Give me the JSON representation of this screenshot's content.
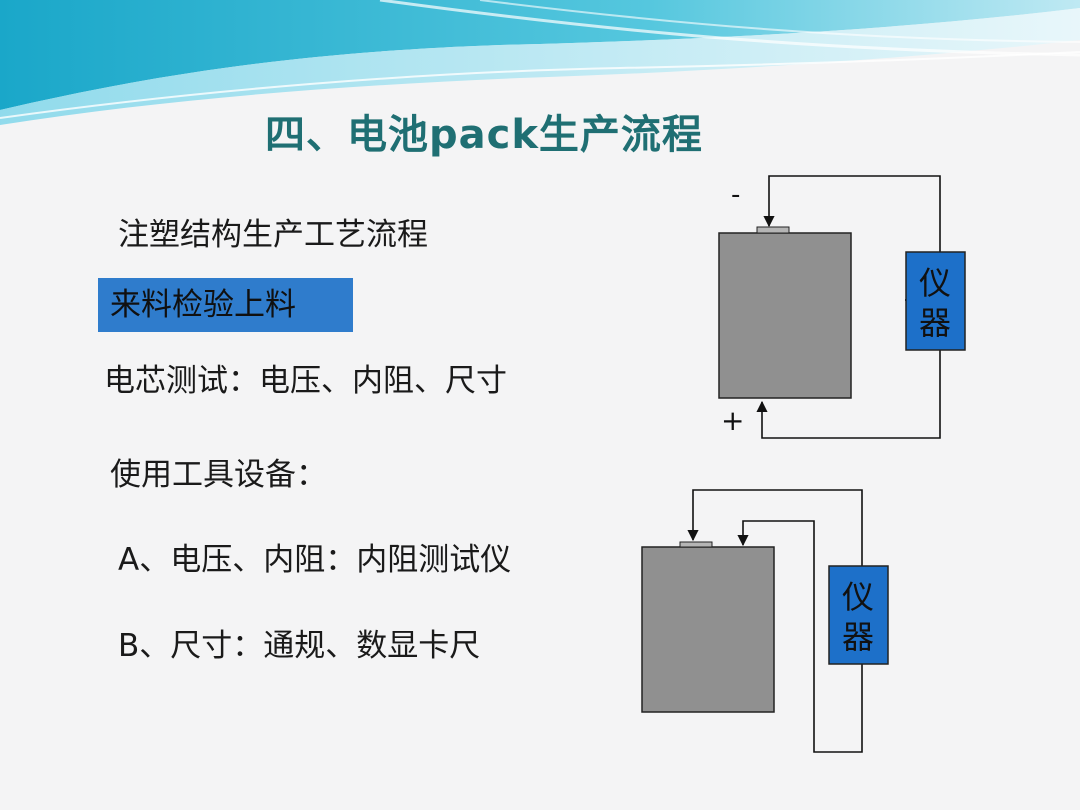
{
  "title": "四、电池pack生产流程",
  "subtitle": "注塑结构生产工艺流程",
  "step_box": "来料检验上料",
  "cell_test": "电芯测试：电压、内阻、尺寸",
  "tools_heading": "使用工具设备：",
  "tool_a": "A、电压、内阻：内阻测试仪",
  "tool_b": "B、尺寸：通规、数显卡尺",
  "diagram1": {
    "minus": "-",
    "plus": "+",
    "instrument_line1": "仪",
    "instrument_line2": "器"
  },
  "diagram2": {
    "instrument_line1": "仪",
    "instrument_line2": "器"
  },
  "colors": {
    "battery": "#909090",
    "instrument": "#1d70c9",
    "title": "#1f6f73",
    "step_box": "#2f7ccc"
  }
}
